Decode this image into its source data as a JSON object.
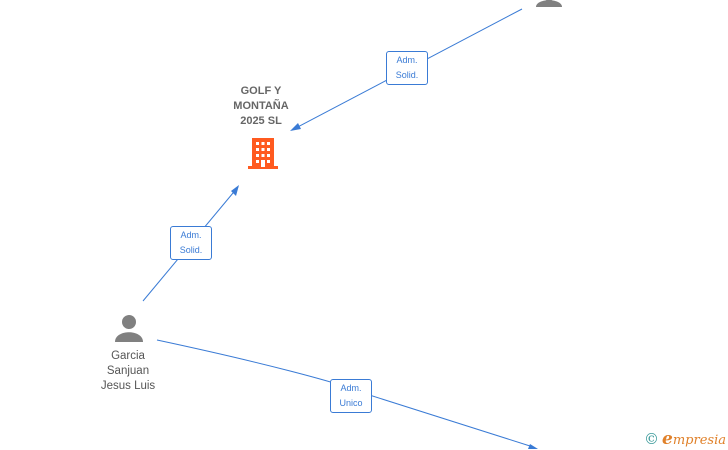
{
  "company": {
    "name_lines": [
      "GOLF Y",
      "MONTAÑA",
      "2025  SL"
    ],
    "icon": "building-icon",
    "color": "#ff5a1f"
  },
  "persons": [
    {
      "name_lines": [
        "Garcia",
        "Sanjuan",
        "Jesus Luis"
      ],
      "icon": "person-icon"
    },
    {
      "name_lines": [],
      "icon": "person-icon"
    }
  ],
  "edges": [
    {
      "label_lines": [
        "Adm.",
        "Solid."
      ],
      "from": "person-top-right",
      "to": "company"
    },
    {
      "label_lines": [
        "Adm.",
        "Solid."
      ],
      "from": "person-garcia",
      "to": "company"
    },
    {
      "label_lines": [
        "Adm.",
        "Unico"
      ],
      "from": "person-garcia",
      "to": "offscreen-bottom-right"
    }
  ],
  "brand": {
    "copyright": "©",
    "initial": "e",
    "rest": "mpresia"
  },
  "colors": {
    "edge": "#3a7bd5",
    "person_icon": "#808080",
    "text": "#666666"
  }
}
